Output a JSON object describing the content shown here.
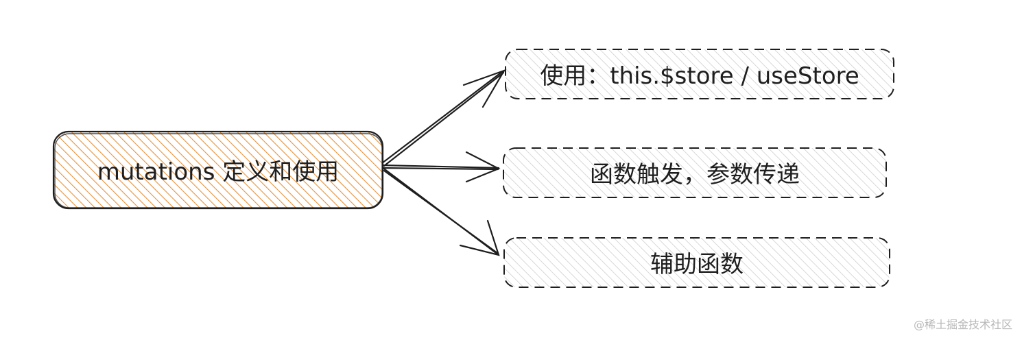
{
  "diagram": {
    "root": {
      "label": "mutations 定义和使用",
      "fill": "#e8923a",
      "stroke": "#1e1e1e"
    },
    "children": [
      {
        "label": "使用：this.$store / useStore"
      },
      {
        "label": "函数触发，参数传递"
      },
      {
        "label": "辅助函数"
      }
    ],
    "child_fill": "#c8c8c8",
    "child_stroke": "#1e1e1e"
  },
  "watermark": "@稀土掘金技术社区"
}
